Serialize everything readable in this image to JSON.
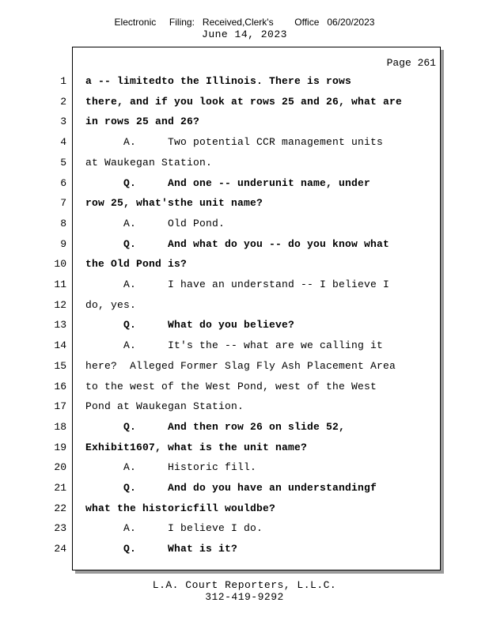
{
  "header": {
    "filing_stamp": "Electronic     Filing:   Received,Clerk's        Office   06/20/2023",
    "date": "June 14, 2023"
  },
  "page": {
    "label": "Page 261"
  },
  "lines": [
    {
      "n": "1",
      "text": "a -- limitedto the Illinois. There is rows",
      "bold": true
    },
    {
      "n": "2",
      "text": "there, and if you look at rows 25 and 26, what are",
      "bold": true
    },
    {
      "n": "3",
      "text": "in rows 25 and 26?",
      "bold": true
    },
    {
      "n": "4",
      "text": "      A.     Two potential CCR management units",
      "bold": false
    },
    {
      "n": "5",
      "text": "at Waukegan Station.",
      "bold": false
    },
    {
      "n": "6",
      "text": "      Q.     And one -- underunit name, under",
      "bold": true
    },
    {
      "n": "7",
      "text": "row 25, what'sthe unit name?",
      "bold": true
    },
    {
      "n": "8",
      "text": "      A.     Old Pond.",
      "bold": false
    },
    {
      "n": "9",
      "text": "      Q.     And what do you -- do you know what",
      "bold": true
    },
    {
      "n": "10",
      "text": "the Old Pond is?",
      "bold": true
    },
    {
      "n": "11",
      "text": "      A.     I have an understand -- I believe I",
      "bold": false
    },
    {
      "n": "12",
      "text": "do, yes.",
      "bold": false
    },
    {
      "n": "13",
      "text": "      Q.     What do you believe?",
      "bold": true
    },
    {
      "n": "14",
      "text": "      A.     It's the -- what are we calling it",
      "bold": false
    },
    {
      "n": "15",
      "text": "here?  Alleged Former Slag Fly Ash Placement Area",
      "bold": false
    },
    {
      "n": "16",
      "text": "to the west of the West Pond, west of the West",
      "bold": false
    },
    {
      "n": "17",
      "text": "Pond at Waukegan Station.",
      "bold": false
    },
    {
      "n": "18",
      "text": "      Q.     And then row 26 on slide 52,",
      "bold": true
    },
    {
      "n": "19",
      "text": "Exhibit1607, what is the unit name?",
      "bold": true
    },
    {
      "n": "20",
      "text": "      A.     Historic fill.",
      "bold": false
    },
    {
      "n": "21",
      "text": "      Q.     And do you have an understandingf",
      "bold": true
    },
    {
      "n": "22",
      "text": "what the historicfill wouldbe?",
      "bold": true
    },
    {
      "n": "23",
      "text": "      A.     I believe I do.",
      "bold": false
    },
    {
      "n": "24",
      "text": "      Q.     What is it?",
      "bold": true
    }
  ],
  "footer": {
    "company": "L.A. Court Reporters, L.L.C.",
    "phone": "312-419-9292"
  }
}
